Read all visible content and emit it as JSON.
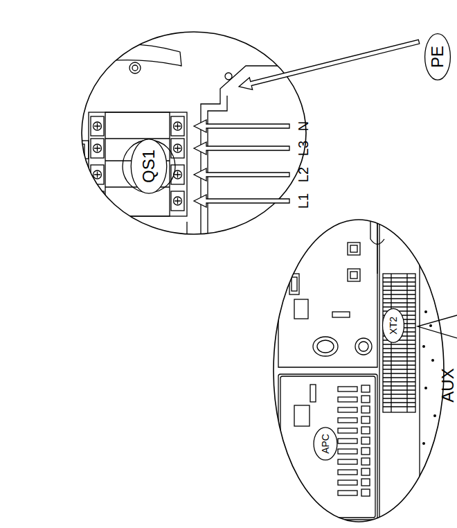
{
  "diagram": {
    "nodes": [
      {
        "text": [
          "PE"
        ]
      },
      {
        "text": [
          "QS1"
        ]
      },
      {
        "text": [
          "APC"
        ]
      },
      {
        "text": [
          "XT2"
        ]
      }
    ],
    "labels": [
      "L1",
      "L2",
      "L3",
      "N",
      "AUX"
    ]
  }
}
